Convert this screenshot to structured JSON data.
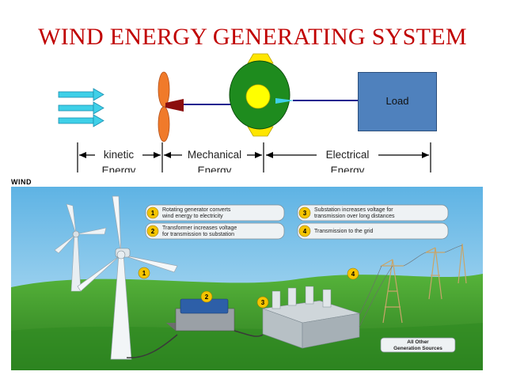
{
  "title": "WIND ENERGY GENERATING SYSTEM",
  "top_diagram": {
    "load_label": "Load",
    "kinetic_label": [
      "kinetic",
      "Energy"
    ],
    "mechanical_label": [
      "Mechanical",
      "Energy"
    ],
    "electrical_label": [
      "Electrical",
      "Energy"
    ]
  },
  "illustration": {
    "tag": "WIND",
    "steps": [
      {
        "num": "1",
        "text": [
          "Rotating generator converts",
          "wind energy to electricity"
        ]
      },
      {
        "num": "2",
        "text": [
          "Transformer increases voltage",
          "for transmission to substation"
        ]
      },
      {
        "num": "3",
        "text": [
          "Substation increases voltage for",
          "transmission over long distances"
        ]
      },
      {
        "num": "4",
        "text": [
          "Transmission to the grid",
          ""
        ]
      }
    ],
    "markers": [
      "1",
      "2",
      "3",
      "4"
    ],
    "other_sources": [
      "All Other",
      "Generation Sources"
    ]
  },
  "colors": {
    "title": "#c00000",
    "load_box": "#4f81bd",
    "generator": "#1e8b1e",
    "blade": "#f07a2a",
    "sky": "#7ec4ea",
    "grass": "#3f9b2d",
    "arrow": "#3fd0e8"
  }
}
